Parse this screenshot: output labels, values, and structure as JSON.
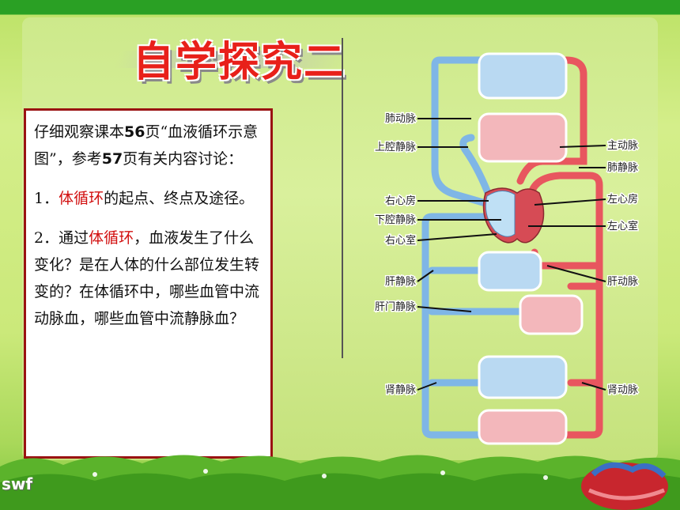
{
  "slide": {
    "title": "自学探究二",
    "intro_a": "仔细观察课本",
    "intro_b": "56",
    "intro_c": "页“血液循环示意图”，参考",
    "intro_d": "57",
    "intro_e": "页有关内容讨论：",
    "q1_num": "1．",
    "q1_red": "体循环",
    "q1_rest": "的起点、终点及途径。",
    "q2_num": "2．通过",
    "q2_red": "体循环",
    "q2_rest": "，血液发生了什么变化？是在人体的什么部位发生转变的？在体循环中，哪些血管中流动脉血，哪些血管中流静脉血？",
    "watermark": "swf"
  },
  "diagram": {
    "left_labels": [
      "肺动脉",
      "上腔静脉",
      "右心房",
      "下腔静脉",
      "右心室",
      "肝静脉",
      "肝门静脉",
      "肾静脉"
    ],
    "right_labels": [
      "主动脉",
      "肺静脉",
      "左心房",
      "左心室",
      "肝动脉",
      "肾动脉"
    ],
    "colors": {
      "arterial": "#e8565f",
      "venous": "#7fb6e6",
      "organ_arterial": "#f3b7bb",
      "organ_venous": "#b9d9f2",
      "accent": "#e8201a"
    }
  }
}
